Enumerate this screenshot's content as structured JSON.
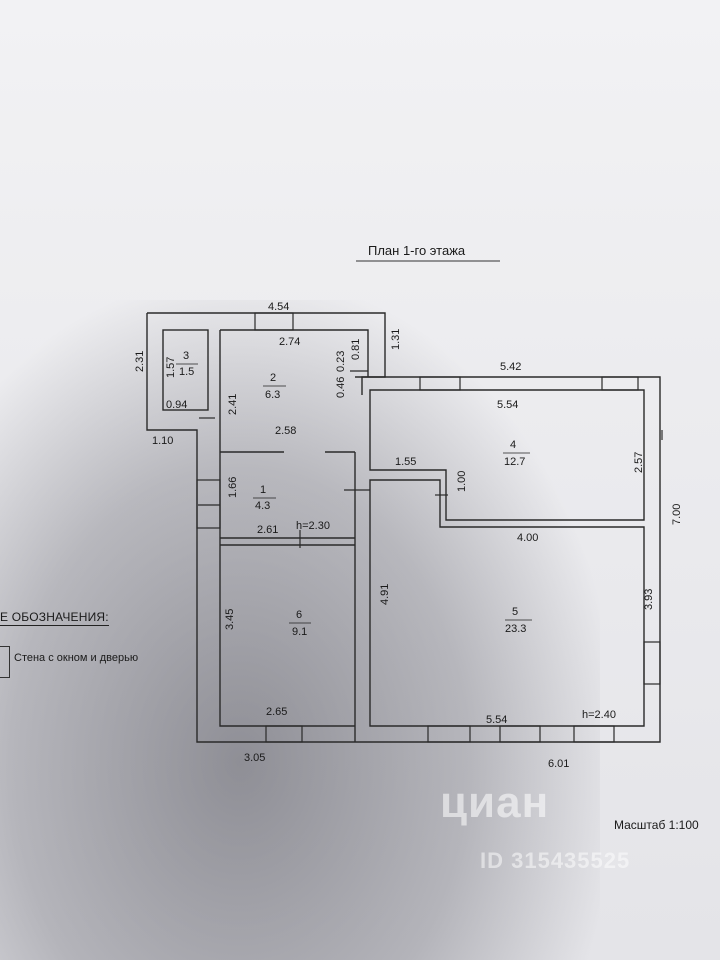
{
  "title": "План 1-го этажа",
  "rooms": [
    {
      "number": "1",
      "area": "4.3"
    },
    {
      "number": "2",
      "area": "6.3"
    },
    {
      "number": "3",
      "area": "1.5"
    },
    {
      "number": "4",
      "area": "12.7"
    },
    {
      "number": "5",
      "area": "23.3"
    },
    {
      "number": "6",
      "area": "9.1"
    }
  ],
  "dimensions": {
    "top_left_wing": "4.54",
    "room2_top": "2.74",
    "right_wing_top": "5.42",
    "room4_top": "5.54",
    "left_height": "2.31",
    "room3_height": "1.57",
    "room3_width": "0.94",
    "room2_left": "2.41",
    "room2_inner_023": "0.23",
    "room2_inner_081": "0.81",
    "room2_inner_046": "0.46",
    "right_small": "1.31",
    "room2_bottom": "2.58",
    "left_offset": "1.10",
    "room1_height": "1.66",
    "room1_bottom": "2.61",
    "height_a": "h=2.30",
    "room4_right": "2.57",
    "room4_left_step": "1.55",
    "room4_step_height": "1.00",
    "room5_top": "4.00",
    "total_right": "7.00",
    "room5_left": "4.91",
    "room5_right": "3.93",
    "room6_left": "3.45",
    "room6_bottom": "2.65",
    "room5_bottom": "5.54",
    "height_b": "h=2.40",
    "bottom_left": "3.05",
    "bottom_right": "6.01"
  },
  "legend": {
    "title": "Е ОБОЗНАЧЕНИЯ:",
    "item": "Стена с окном и дверью"
  },
  "scale": "Масштаб 1:100",
  "watermark": {
    "logo": "циан",
    "id": "ID 315435525"
  }
}
